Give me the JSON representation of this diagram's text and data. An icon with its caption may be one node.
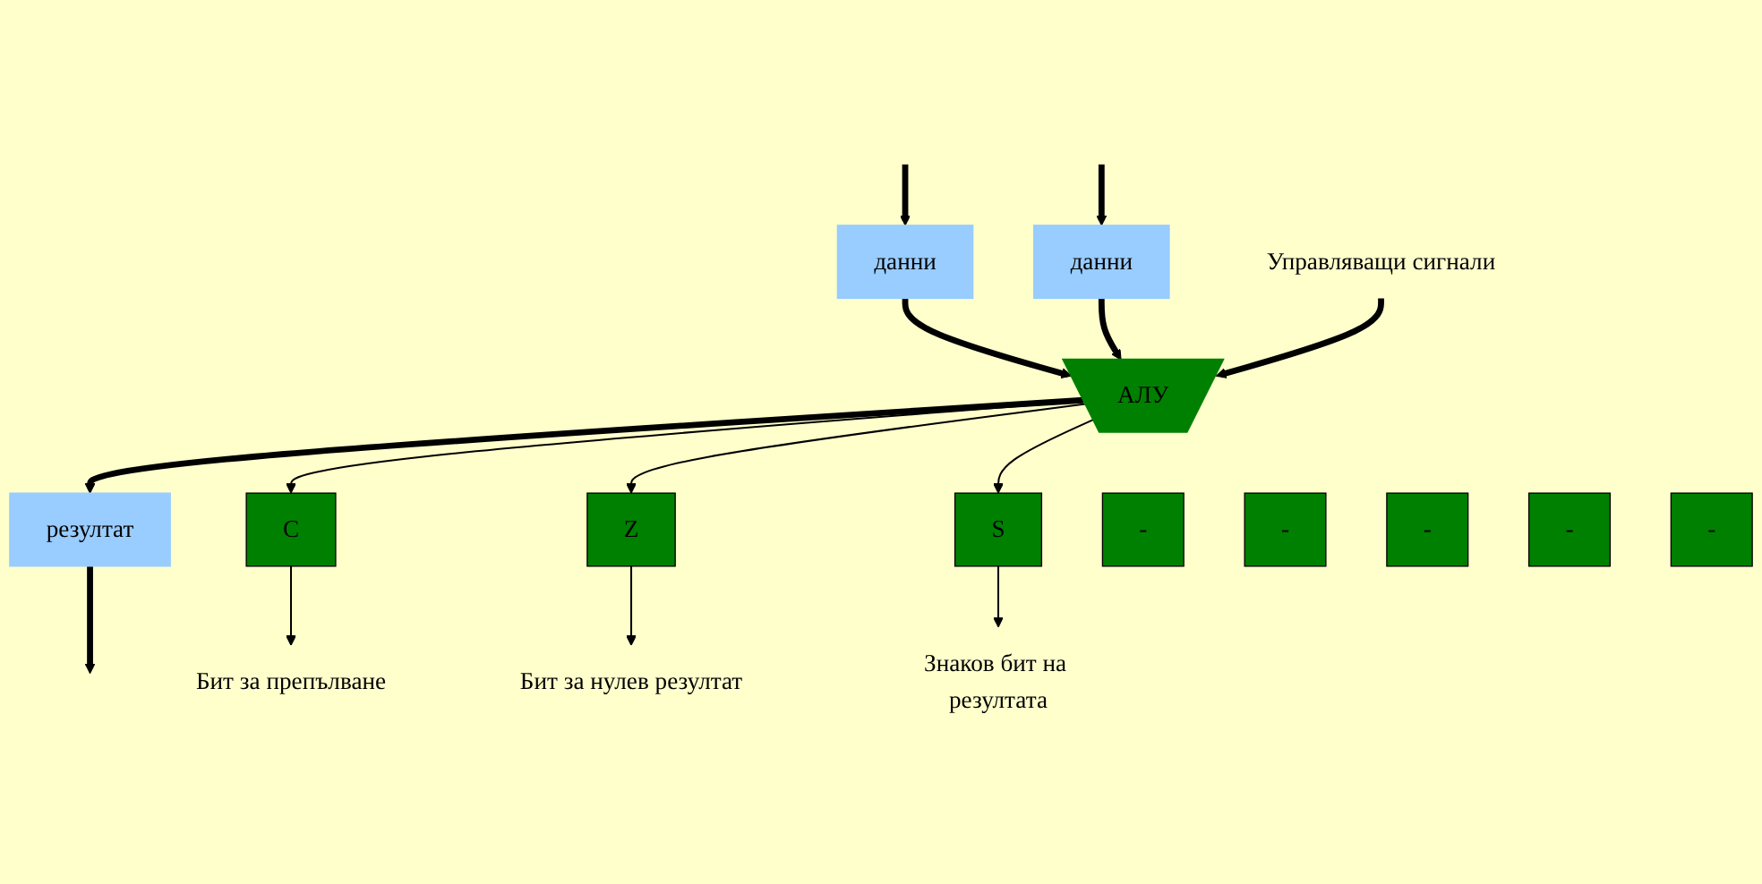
{
  "diagram": {
    "nodes": [
      {
        "text": [
          "данни"
        ]
      },
      {
        "text": [
          "данни"
        ]
      },
      {
        "text": [
          "АЛУ"
        ]
      },
      {
        "text": [
          "Управляващи сигнали"
        ]
      },
      {
        "text": [
          "резултат"
        ]
      },
      {
        "text": [
          "C"
        ]
      },
      {
        "text": [
          "Z"
        ]
      },
      {
        "text": [
          "S"
        ]
      },
      {
        "text": [
          "-"
        ]
      },
      {
        "text": [
          "-"
        ]
      },
      {
        "text": [
          "-"
        ]
      },
      {
        "text": [
          "-"
        ]
      },
      {
        "text": [
          "-"
        ]
      },
      {
        "text": [
          "Бит за препълване"
        ]
      },
      {
        "text": [
          "Бит за нулев резултат"
        ]
      },
      {
        "text": [
          "Знаков бит на резултата"
        ]
      }
    ],
    "edges": [
      {
        "from": null,
        "to": 0,
        "arrow": "to"
      },
      {
        "from": null,
        "to": 1,
        "arrow": "to"
      },
      {
        "from": 0,
        "to": 2,
        "arrow": "to"
      },
      {
        "from": 1,
        "to": 2,
        "arrow": "to"
      },
      {
        "from": 3,
        "to": 2,
        "arrow": "to"
      },
      {
        "from": 2,
        "to": 4,
        "arrow": "to"
      },
      {
        "from": 4,
        "to": null,
        "arrow": "to"
      },
      {
        "from": 2,
        "to": 5,
        "arrow": "to"
      },
      {
        "from": 2,
        "to": 6,
        "arrow": "to"
      },
      {
        "from": 2,
        "to": 7,
        "arrow": "to"
      },
      {
        "from": 5,
        "to": 13,
        "arrow": "to"
      },
      {
        "from": 6,
        "to": 14,
        "arrow": "to"
      },
      {
        "from": 7,
        "to": 15,
        "arrow": "to"
      }
    ]
  }
}
